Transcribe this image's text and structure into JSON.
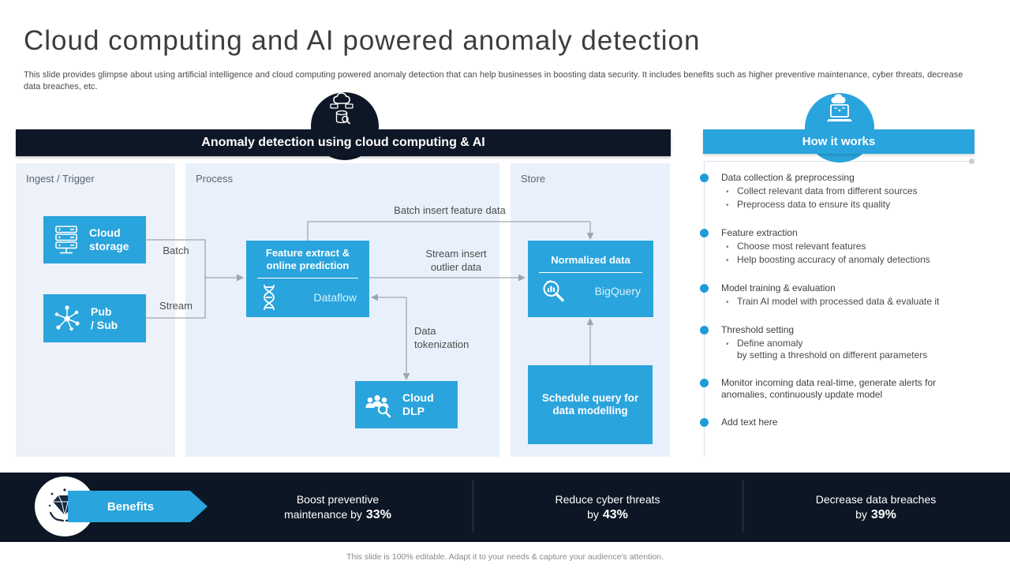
{
  "colors": {
    "accent": "#2AA4DC",
    "dark_navy": "#0E1726",
    "bar_navy": "#0C1624",
    "ingest_bg": "#EDF1F9",
    "process_bg": "#E8F1FB"
  },
  "header": {
    "title": "Cloud computing and AI powered anomaly detection",
    "subtitle": "This slide provides glimpse about using artificial intelligence and cloud computing powered anomaly detection that can help businesses in boosting data security. It includes benefits such as higher preventive maintenance, cyber threats, decrease data breaches, etc."
  },
  "diagram": {
    "banner": "Anomaly detection using cloud computing & AI",
    "columns": {
      "ingest": "Ingest / Trigger",
      "process": "Process",
      "store": "Store"
    },
    "nodes": {
      "cloud_storage": "Cloud\nstorage",
      "pub_sub": "Pub\n/ Sub",
      "feature_extract": "Feature extract & online prediction",
      "feature_tool": "Dataflow",
      "normalized": "Normalized data",
      "normalized_tool": "BigQuery",
      "cloud_dlp": "Cloud\nDLP",
      "schedule": "Schedule query for data modelling"
    },
    "edges": {
      "batch": "Batch",
      "stream": "Stream",
      "batch_insert": "Batch insert feature data",
      "stream_insert": "Stream insert\noutlier data",
      "tokenization": "Data\ntokenization"
    }
  },
  "how_it_works": {
    "banner": "How it works",
    "items": [
      {
        "title": "Data collection & preprocessing",
        "bullets": [
          "Collect relevant data from different sources",
          "Preprocess data to ensure its quality"
        ]
      },
      {
        "title": "Feature extraction",
        "bullets": [
          "Choose most relevant features",
          "Help boosting accuracy of anomaly detections"
        ]
      },
      {
        "title": "Model training & evaluation",
        "bullets": [
          "Train AI model with processed data & evaluate it"
        ]
      },
      {
        "title": "Threshold setting",
        "bullets": [
          "Define anomaly\nby setting a threshold on different parameters"
        ]
      },
      {
        "title": "Monitor incoming data real-time, generate alerts for anomalies, continuously update model",
        "bullets": []
      },
      {
        "title": "Add text here",
        "bullets": []
      }
    ]
  },
  "benefits": {
    "label": "Benefits",
    "items": [
      {
        "text": "Boost preventive\nmaintenance by",
        "value": "33%"
      },
      {
        "text": "Reduce cyber threats\nby",
        "value": "43%"
      },
      {
        "text": "Decrease data breaches\nby",
        "value": "39%"
      }
    ]
  },
  "footer": "This slide is 100% editable. Adapt it to your needs & capture your audience's attention.",
  "icons": {
    "top_left": "cloud-ai-database-icon",
    "top_right": "laptop-cloud-icon",
    "cloud_storage": "server-stack-icon",
    "pub_sub": "hub-network-icon",
    "dataflow": "dna-helix-icon",
    "bigquery": "magnifier-chart-icon",
    "cloud_dlp": "people-magnifier-icon",
    "benefits": "hands-diamond-icon"
  }
}
